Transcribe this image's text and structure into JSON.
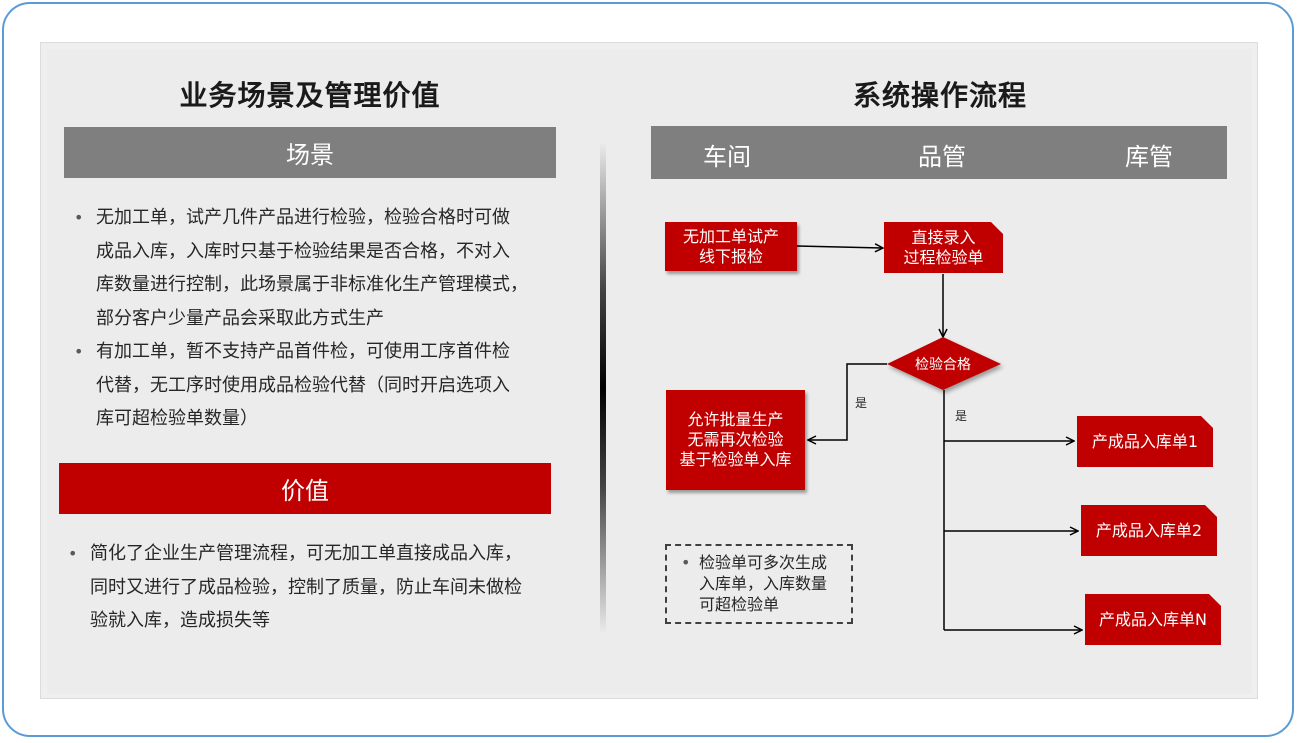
{
  "left": {
    "title": "业务场景及管理价值",
    "scene_header": "场景",
    "scene_items": [
      [
        "无加工单，试产几件产品进行检验，检验合格时可做",
        "成品入库，入库时只基于检验结果是否合格，不对入",
        "库数量进行控制，此场景属于非标准化生产管理模式，",
        "部分客户少量产品会采取此方式生产"
      ],
      [
        "有加工单，暂不支持产品首件检，可使用工序首件检",
        "代替，无工序时使用成品检验代替（同时开启选项入",
        "库可超检验单数量）"
      ]
    ],
    "value_header": "价值",
    "value_items": [
      [
        "简化了企业生产管理流程，可无加工单直接成品入库，",
        "同时又进行了成品检验，控制了质量，防止车间未做检",
        "验就入库，造成损失等"
      ]
    ]
  },
  "right": {
    "title": "系统操作流程",
    "lanes": [
      "车间",
      "品管",
      "库管"
    ],
    "nodes": {
      "trial": [
        "无加工单试产",
        "线下报检"
      ],
      "entry": [
        "直接录入",
        "过程检验单"
      ],
      "decision": "检验合格",
      "batch": [
        "允许批量生产",
        "无需再次检验",
        "基于检验单入库"
      ],
      "out1": "产成品入库单1",
      "out2": "产成品入库单2",
      "outN": "产成品入库单N"
    },
    "yes_left": "是",
    "yes_down": "是",
    "note": [
      "检验单可多次生成",
      "入库单，入库数量",
      "可超检验单"
    ]
  },
  "colors": {
    "red": "#c00000",
    "gray": "#7f7f7f",
    "frame": "#5b9bd5"
  }
}
